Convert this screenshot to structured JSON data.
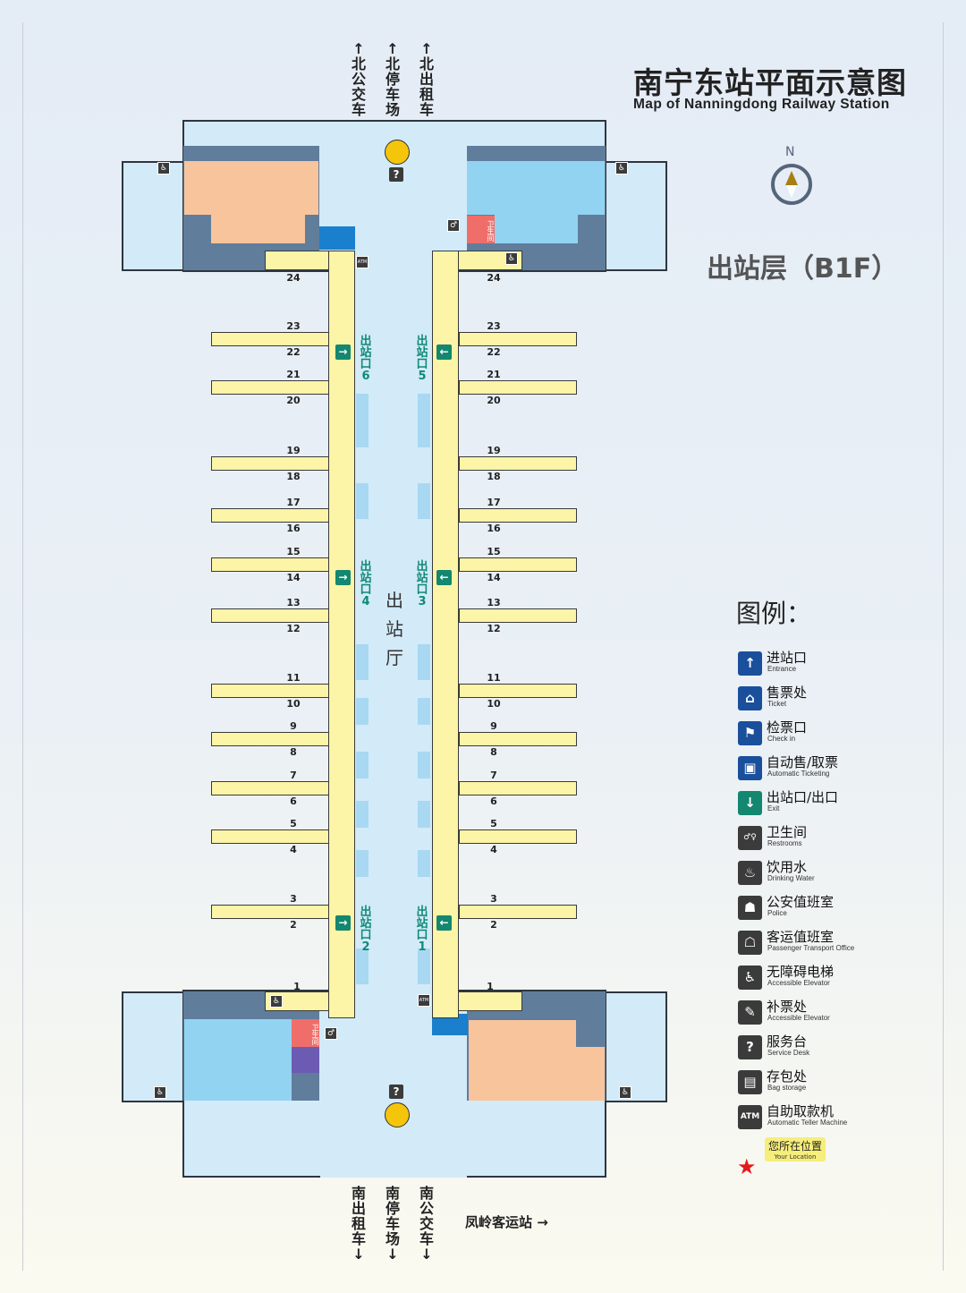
{
  "header": {
    "title": "南宁东站平面示意图",
    "subtitle": "Map of Nanningdong Railway Station",
    "floor": "出站层（B1F）",
    "compass_north": "N"
  },
  "directions": {
    "north": [
      "北公交车",
      "北停车场",
      "北出租车"
    ],
    "south": [
      "南出租车",
      "南停车场",
      "南公交车"
    ],
    "south_east": "凤岭客运站"
  },
  "map": {
    "hall_label": "出站厅",
    "top_platform": "24",
    "bottom_platform": "1",
    "platform_pairs": [
      [
        "23",
        "22"
      ],
      [
        "21",
        "20"
      ],
      [
        "19",
        "18"
      ],
      [
        "17",
        "16"
      ],
      [
        "15",
        "14"
      ],
      [
        "13",
        "12"
      ],
      [
        "11",
        "10"
      ],
      [
        "9",
        "8"
      ],
      [
        "7",
        "6"
      ],
      [
        "5",
        "4"
      ],
      [
        "3",
        "2"
      ]
    ],
    "exits_left": [
      {
        "label": "出站口",
        "num": "6"
      },
      {
        "label": "出站口",
        "num": "4"
      },
      {
        "label": "出站口",
        "num": "2"
      }
    ],
    "exits_right": [
      {
        "label": "出站口",
        "num": "5"
      },
      {
        "label": "出站口",
        "num": "3"
      },
      {
        "label": "出站口",
        "num": "1"
      }
    ],
    "restroom_label": "卫生间",
    "colors": {
      "corridor": "#fcf4a6",
      "hall": "#d3eaf8",
      "exit": "#13876f",
      "ticket": "#1a4f9c"
    }
  },
  "legend": {
    "title": "图例：",
    "items": [
      {
        "zh": "进站口",
        "en": "Entrance",
        "icon": "entrance-icon",
        "glyph": "↑",
        "color": "#1a4f9c"
      },
      {
        "zh": "售票处",
        "en": "Ticket",
        "icon": "ticket-icon",
        "glyph": "⌂",
        "color": "#1a4f9c"
      },
      {
        "zh": "检票口",
        "en": "Check in",
        "icon": "check-in-icon",
        "glyph": "⚑",
        "color": "#1a4f9c"
      },
      {
        "zh": "自动售/取票",
        "en": "Automatic Ticketing",
        "icon": "ticket-machine-icon",
        "glyph": "▣",
        "color": "#1a4f9c"
      },
      {
        "zh": "出站口/出口",
        "en": "Exit",
        "icon": "exit-icon",
        "glyph": "↓",
        "color": "#13876f"
      },
      {
        "zh": "卫生间",
        "en": "Restrooms",
        "icon": "restroom-icon",
        "glyph": "♂♀",
        "color": "#3b3b3b"
      },
      {
        "zh": "饮用水",
        "en": "Drinking Water",
        "icon": "water-icon",
        "glyph": "♨",
        "color": "#3b3b3b"
      },
      {
        "zh": "公安值班室",
        "en": "Police",
        "icon": "police-icon",
        "glyph": "☗",
        "color": "#3b3b3b"
      },
      {
        "zh": "客运值班室",
        "en": "Passenger Transport Office",
        "icon": "office-icon",
        "glyph": "☖",
        "color": "#3b3b3b"
      },
      {
        "zh": "无障碍电梯",
        "en": "Accessible Elevator",
        "icon": "elevator-icon",
        "glyph": "♿",
        "color": "#3b3b3b"
      },
      {
        "zh": "补票处",
        "en": "Accessible Elevator",
        "icon": "fare-adjust-icon",
        "glyph": "✎",
        "color": "#3b3b3b"
      },
      {
        "zh": "服务台",
        "en": "Service Desk",
        "icon": "service-desk-icon",
        "glyph": "?",
        "color": "#3b3b3b"
      },
      {
        "zh": "存包处",
        "en": "Bag storage",
        "icon": "bag-storage-icon",
        "glyph": "▤",
        "color": "#3b3b3b"
      },
      {
        "zh": "自助取款机",
        "en": "Automatic Teller Machine",
        "icon": "atm-icon",
        "glyph": "ATM",
        "color": "#3b3b3b"
      }
    ],
    "your_location": {
      "zh": "您所在位置",
      "en": "Your Location"
    }
  }
}
